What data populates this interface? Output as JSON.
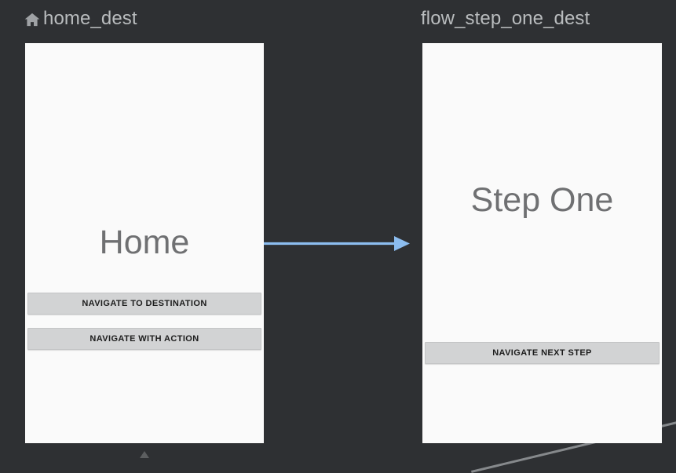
{
  "editor": {
    "name": "navigation-graph-editor",
    "background_color": "#2e3033",
    "card_background_color": "#fafafa",
    "action_arrow_color": "#8cbdf0",
    "label_color": "#b9bcbe"
  },
  "destinations": [
    {
      "id": "home_dest",
      "label": "home_dest",
      "is_start_destination": true,
      "start_icon": "home-icon",
      "preview": {
        "title": "Home",
        "buttons": [
          {
            "label": "NAVIGATE TO DESTINATION"
          },
          {
            "label": "NAVIGATE WITH ACTION"
          }
        ]
      }
    },
    {
      "id": "flow_step_one_dest",
      "label": "flow_step_one_dest",
      "is_start_destination": false,
      "preview": {
        "title": "Step One",
        "buttons": [
          {
            "label": "NAVIGATE NEXT STEP"
          }
        ]
      }
    }
  ],
  "actions": [
    {
      "name": "action-home-to-flow-step-one",
      "from": "home_dest",
      "to": "flow_step_one_dest",
      "color": "#8cbdf0"
    }
  ]
}
